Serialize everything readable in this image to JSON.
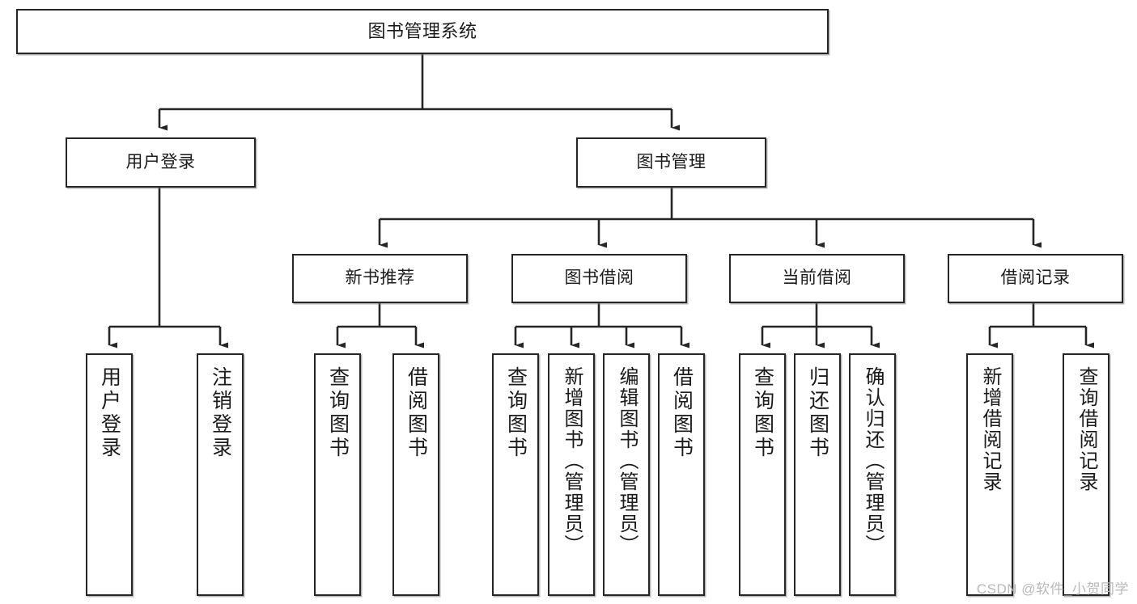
{
  "diagram": {
    "title": "图书管理系统",
    "type": "hierarchy-tree",
    "watermark": "CSDN @软件_小贺同学",
    "levels": {
      "root": {
        "label": "图书管理系统"
      },
      "level2": [
        {
          "label": "用户登录"
        },
        {
          "label": "图书管理"
        }
      ],
      "level3": [
        {
          "label": "新书推荐"
        },
        {
          "label": "图书借阅"
        },
        {
          "label": "当前借阅"
        },
        {
          "label": "借阅记录"
        }
      ],
      "leaves": {
        "user_login": [
          {
            "label": "用户登录"
          },
          {
            "label": "注销登录"
          }
        ],
        "new_book": [
          {
            "label": "查询图书"
          },
          {
            "label": "借阅图书"
          }
        ],
        "book_borrow": [
          {
            "label": "查询图书"
          },
          {
            "label": "新增图书（管理员）"
          },
          {
            "label": "编辑图书（管理员）"
          },
          {
            "label": "借阅图书"
          }
        ],
        "current_borrow": [
          {
            "label": "查询图书"
          },
          {
            "label": "归还图书"
          },
          {
            "label": "确认归还（管理员）"
          }
        ],
        "borrow_record": [
          {
            "label": "新增借阅记录"
          },
          {
            "label": "查询借阅记录"
          }
        ]
      }
    },
    "colors": {
      "stroke": "#262626",
      "fill": "#ffffff",
      "text": "#1b1b1b",
      "watermark": "#b9b9b9"
    }
  }
}
